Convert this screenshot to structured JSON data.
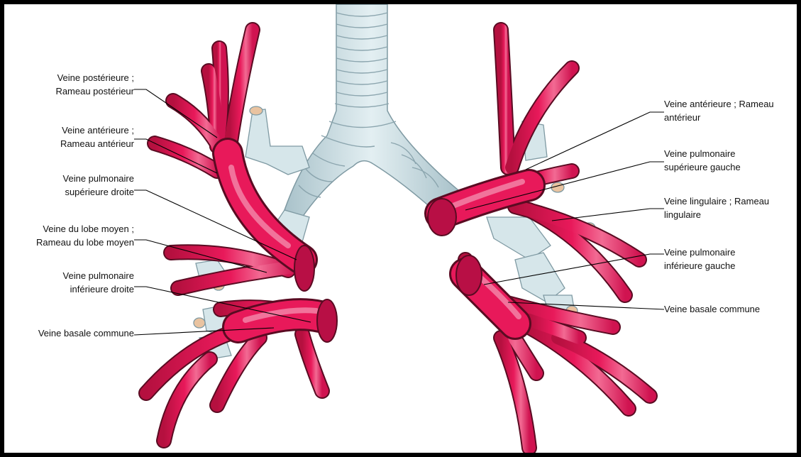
{
  "colors": {
    "vein": "#e8195a",
    "vein_light": "#f46e98",
    "vein_dark": "#a50d3c",
    "vein_outline": "#5a0b22",
    "trachea": "#c9dde3",
    "trachea_dark": "#8fa9b2",
    "vessel_end": "#e9c3a0",
    "leader": "#000000"
  },
  "labels": {
    "left": [
      {
        "id": "l1",
        "text": "Veine postérieure ;\nRameau postérieur"
      },
      {
        "id": "l2",
        "text": "Veine antérieure ;\nRameau antérieur"
      },
      {
        "id": "l3",
        "text": "Veine pulmonaire\nsupérieure droite"
      },
      {
        "id": "l4",
        "text": "Veine du lobe moyen ;\nRameau du lobe moyen"
      },
      {
        "id": "l5",
        "text": "Veine pulmonaire\ninférieure droite"
      },
      {
        "id": "l6",
        "text": "Veine basale commune"
      }
    ],
    "right": [
      {
        "id": "r1",
        "text": "Veine antérieure ; Rameau\nantérieur"
      },
      {
        "id": "r2",
        "text": "Veine pulmonaire\nsupérieure gauche"
      },
      {
        "id": "r3",
        "text": "Veine lingulaire ; Rameau\nlingulaire"
      },
      {
        "id": "r4",
        "text": "Veine pulmonaire\ninférieure gauche"
      },
      {
        "id": "r5",
        "text": "Veine basale commune"
      }
    ]
  }
}
